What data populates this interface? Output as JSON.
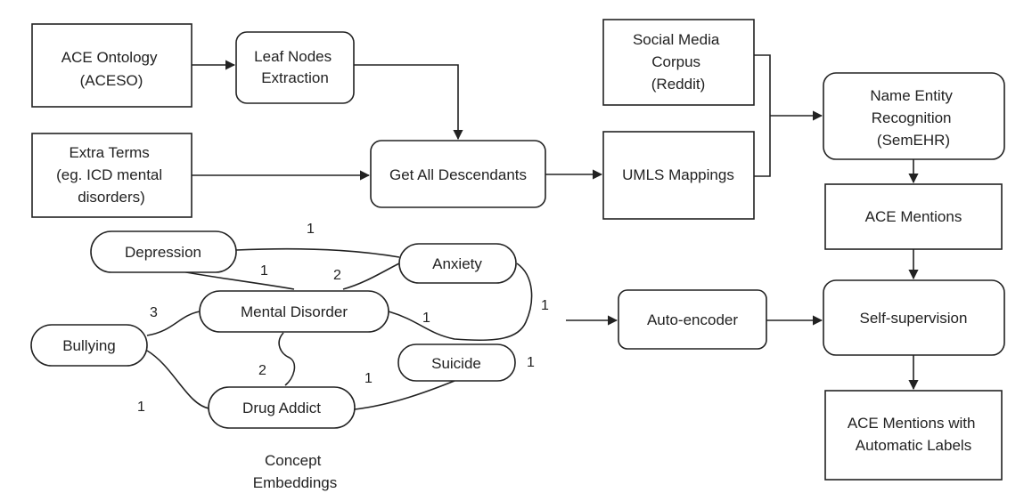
{
  "boxes": {
    "ace_ontology": [
      "ACE Ontology",
      "(ACESO)"
    ],
    "leaf_nodes": [
      "Leaf Nodes",
      "Extraction"
    ],
    "extra_terms": [
      "Extra Terms",
      "(eg. ICD mental",
      "disorders)"
    ],
    "get_descendants": [
      "Get All Descendants"
    ],
    "social_media": [
      "Social Media",
      "Corpus",
      "(Reddit)"
    ],
    "umls": [
      "UMLS Mappings"
    ],
    "ner": [
      "Name Entity",
      "Recognition",
      "(SemEHR)"
    ],
    "ace_mentions": [
      "ACE Mentions"
    ],
    "self_supervision": [
      "Self-supervision"
    ],
    "ace_labels": [
      "ACE Mentions with",
      "Automatic Labels"
    ],
    "auto_encoder": [
      "Auto-encoder"
    ]
  },
  "graph": {
    "nodes": {
      "depression": "Depression",
      "anxiety": "Anxiety",
      "mental_disorder": "Mental Disorder",
      "bullying": "Bullying",
      "suicide": "Suicide",
      "drug_addict": "Drug Addict"
    },
    "weights": {
      "dep_anx": "1",
      "dep_md": "1",
      "md_anx": "2",
      "bully_md": "3",
      "md_suicide": "1",
      "anx_side": "1",
      "md_drug": "2",
      "drug_suicide": "1",
      "suicide_side": "1",
      "bully_drug": "1"
    },
    "caption": [
      "Concept",
      "Embeddings"
    ]
  }
}
